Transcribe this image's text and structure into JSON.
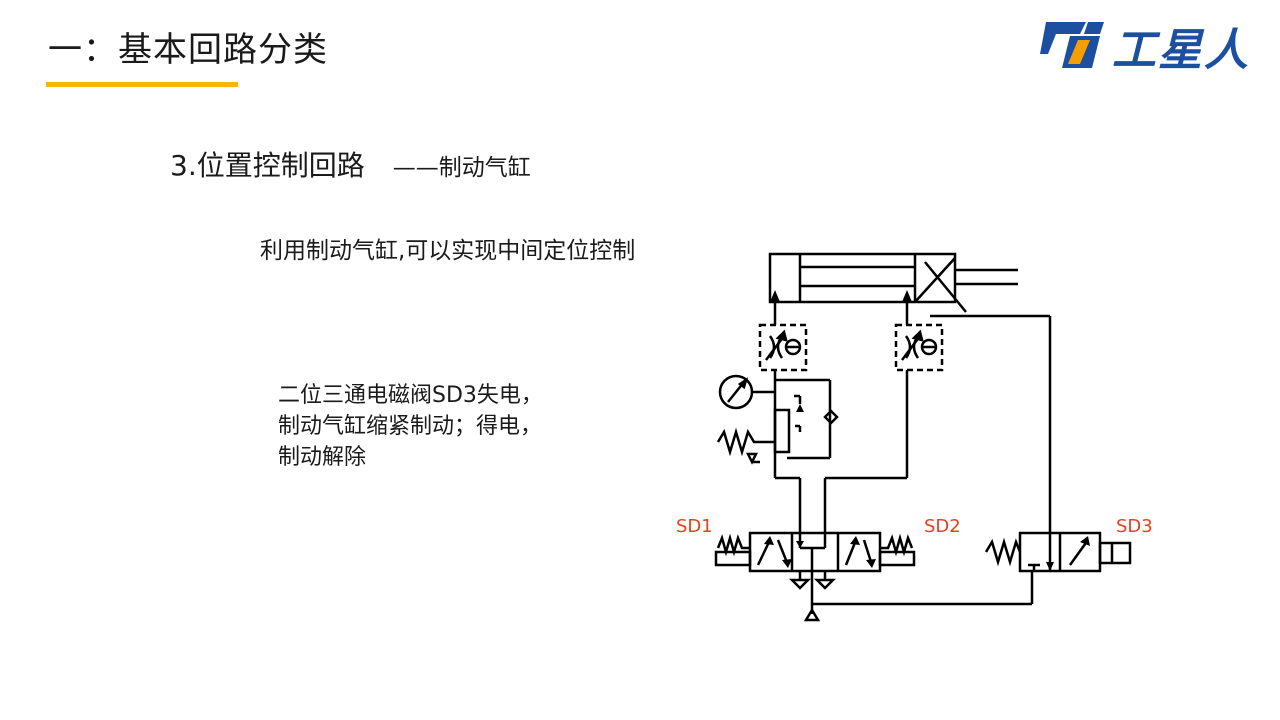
{
  "header": {
    "title": "一：基本回路分类",
    "accent_color": "#f5b800"
  },
  "logo": {
    "text": "工星人",
    "color": "#1c4fa0",
    "accent_color": "#f5a000"
  },
  "section": {
    "title": "3.位置控制回路",
    "subtitle": "——制动气缸"
  },
  "description": "利用制动气缸,可以实现中间定位控制",
  "note": {
    "lines": [
      "二位三通电磁阀SD3失电，",
      "制动气缸缩紧制动；得电，",
      "制动解除"
    ]
  },
  "diagram": {
    "labels": {
      "sd1": "SD1",
      "sd2": "SD2",
      "sd3": "SD3"
    },
    "label_color": "#e8401c"
  }
}
